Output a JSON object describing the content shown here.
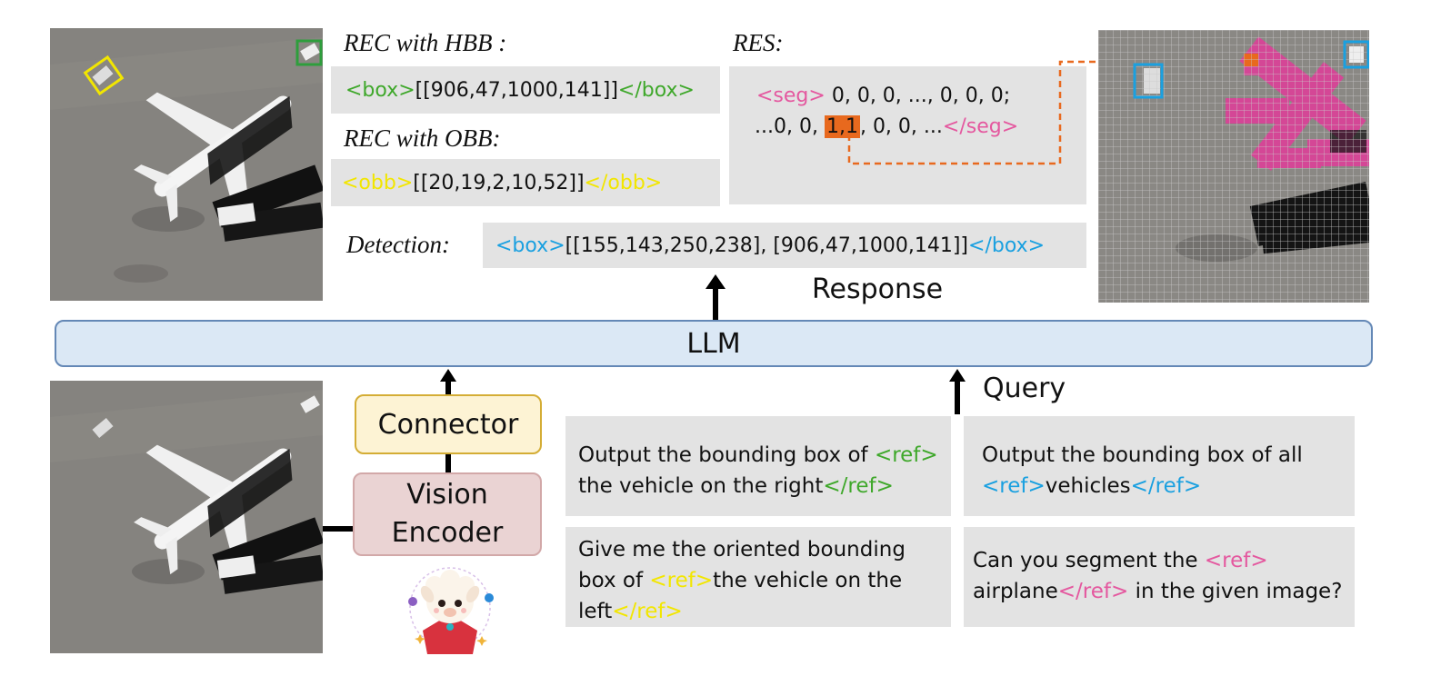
{
  "rec_hbb": {
    "title": "REC with HBB :",
    "open": "<box>",
    "value": "[[906,47,1000,141]]",
    "close": "</box>"
  },
  "rec_obb": {
    "title": "REC with OBB:",
    "open": "<obb>",
    "value": "[[20,19,2,10,52]]",
    "close": "</obb>"
  },
  "res": {
    "title": "RES:",
    "line1_open": "<seg>",
    "line1_text": " 0, 0, 0, ..., 0, 0, 0;",
    "line2_pre": "...0, 0, ",
    "line2_highlight": "1,1",
    "line2_post": ", 0, 0, ...",
    "line2_close": "</seg>"
  },
  "detection": {
    "title": "Detection:",
    "open": "<box>",
    "value": "[[155,143,250,238], [906,47,1000,141]]",
    "close": "</box>"
  },
  "response_label": "Response",
  "llm_label": "LLM",
  "query_label": "Query",
  "connector_label": "Connector",
  "encoder_label_1": "Vision",
  "encoder_label_2": "Encoder",
  "queries": {
    "q1_pre": "Output the bounding box of ",
    "q1_open": "<ref>",
    "q1_text": "the vehicle on the right",
    "q1_close": "</ref>",
    "q2_pre": "Output the bounding box of all",
    "q2_open": "<ref>",
    "q2_text": "vehicles",
    "q2_close": "</ref>",
    "q3_pre": "Give me the oriented bounding box of ",
    "q3_open": "<ref>",
    "q3_text": "the vehicle on the left",
    "q3_close": "</ref>",
    "q4_pre": "Can you segment the ",
    "q4_open": "<ref>",
    "q4_text": "airplane",
    "q4_close": "</ref>",
    "q4_post": " in the given image?"
  },
  "colors": {
    "hbb": "#3fa82b",
    "obb": "#f2e600",
    "detection": "#1aa0e0",
    "seg": "#e4589f",
    "highlight": "#e8691e",
    "llm_fill": "#dbe8f5",
    "connector_fill": "#fdf3d4",
    "encoder_fill": "#ead3d3"
  }
}
